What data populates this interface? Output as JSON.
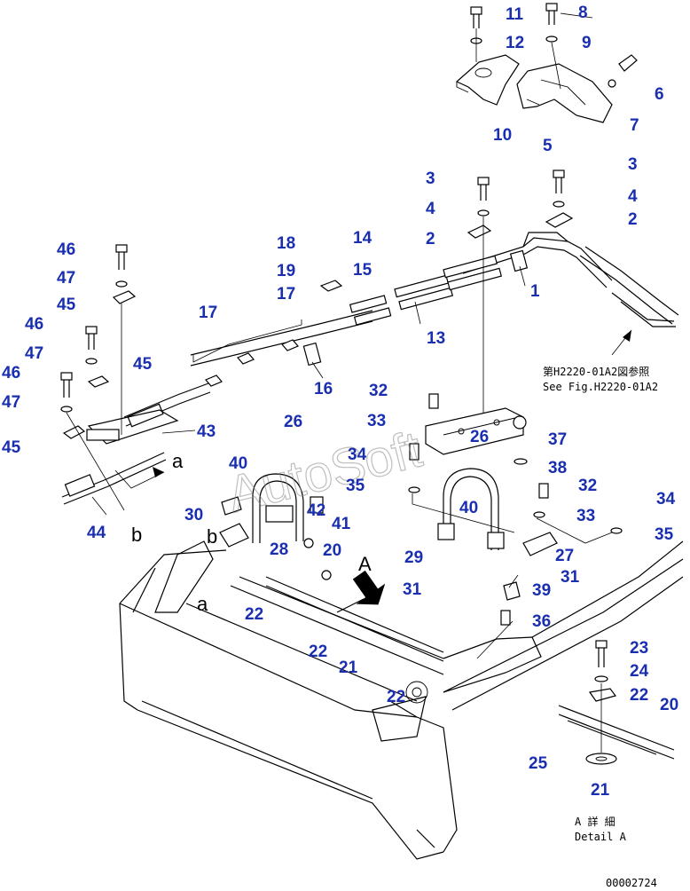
{
  "watermark": "AutoSoft",
  "reference_note": {
    "jp": "第H2220-01A2図参照",
    "en": "See Fig.H2220-01A2"
  },
  "detail_caption": {
    "jp": "A 詳 細",
    "en": "Detail A"
  },
  "drawing_number": "00002724",
  "view_letters": {
    "a": "a",
    "b": "b",
    "A": "A"
  },
  "labels": {
    "l11": "11",
    "l8": "8",
    "l12": "12",
    "l9": "9",
    "l6": "6",
    "l7": "7",
    "l10": "10",
    "l5": "5",
    "l3a": "3",
    "l3b": "3",
    "l4a": "4",
    "l4b": "4",
    "l2a": "2",
    "l2b": "2",
    "l1": "1",
    "l18": "18",
    "l14": "14",
    "l19": "19",
    "l15": "15",
    "l17a": "17",
    "l17b": "17",
    "l13": "13",
    "l16": "16",
    "l46a": "46",
    "l47a": "47",
    "l45a": "45",
    "l46b": "46",
    "l47b": "47",
    "l45b": "45",
    "l46c": "46",
    "l47c": "47",
    "l45c": "45",
    "l43": "43",
    "l44": "44",
    "l32a": "32",
    "l33a": "33",
    "l26a": "26",
    "l26b": "26",
    "l34a": "34",
    "l37": "37",
    "l38": "38",
    "l35a": "35",
    "l32b": "32",
    "l33b": "33",
    "l34b": "34",
    "l35b": "35",
    "l40a": "40",
    "l42": "42",
    "l41": "41",
    "l30": "30",
    "l28": "28",
    "l20a": "20",
    "l40b": "40",
    "l29": "29",
    "l27": "27",
    "l31a": "31",
    "l31b": "31",
    "l39": "39",
    "l36": "36",
    "l22a": "22",
    "l22b": "22",
    "l21a": "21",
    "l22c": "22",
    "l23": "23",
    "l24": "24",
    "l22d": "22",
    "l20b": "20",
    "l25": "25",
    "l21b": "21"
  }
}
